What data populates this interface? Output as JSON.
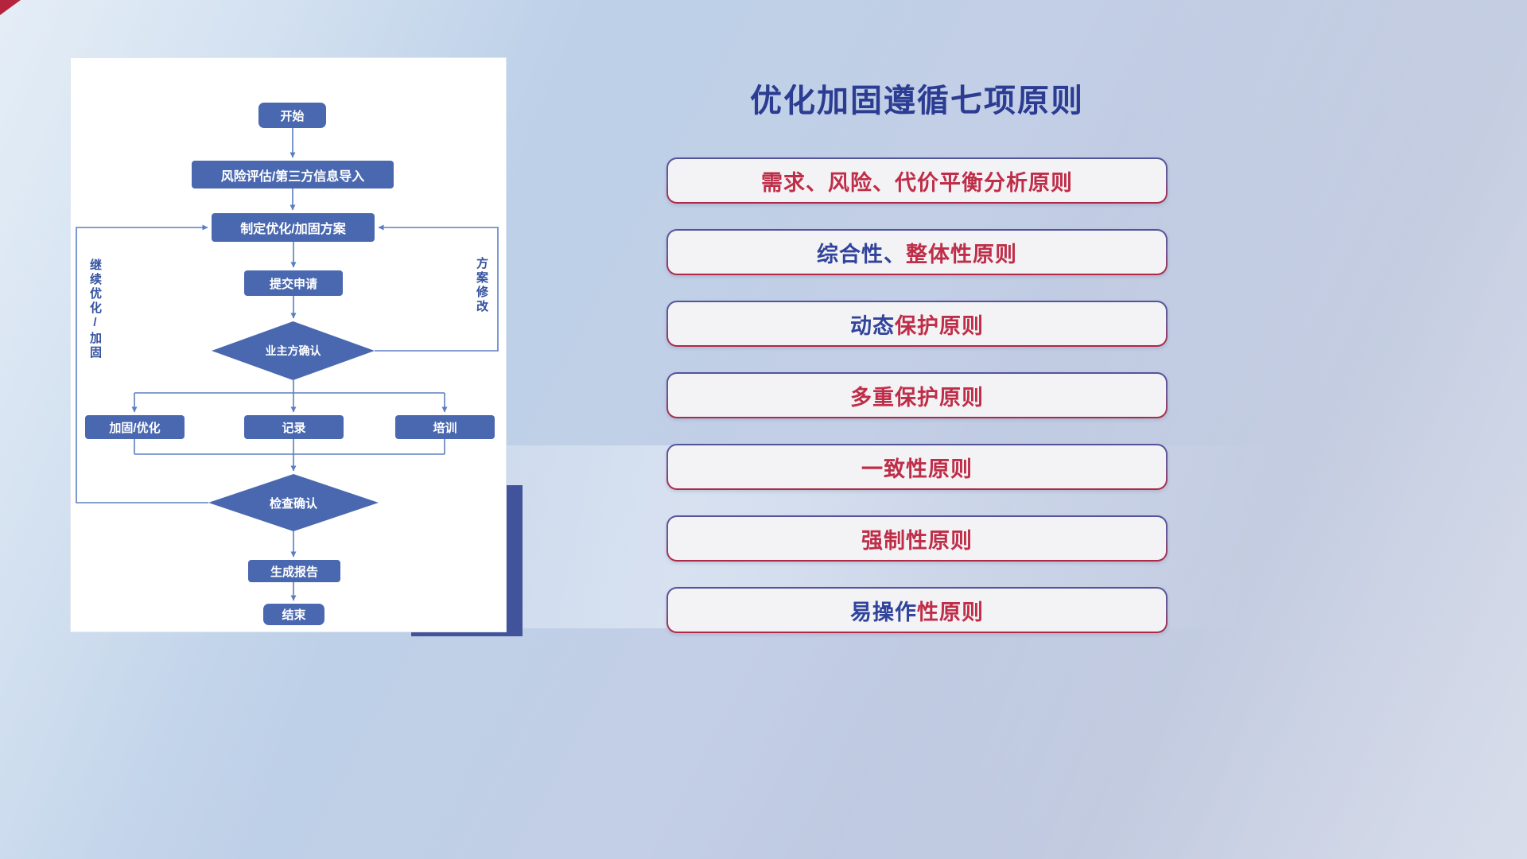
{
  "colors": {
    "title": "#2b3c92",
    "node_fill": "#4a68b0",
    "connector": "#5b7ec2",
    "principle_red": "#bf2e49",
    "principle_blue": "#31449b",
    "card_shadow_block": "#41549b",
    "corner_accent": "#b5243c"
  },
  "flowchart": {
    "nodes": {
      "start": "开始",
      "risk_import": "风险评估/第三方信息导入",
      "make_plan": "制定优化/加固方案",
      "submit": "提交申请",
      "owner_confirm": "业主方确认",
      "reinforce": "加固/优化",
      "record": "记录",
      "training": "培训",
      "check_confirm": "检查确认",
      "report": "生成报告",
      "end": "结束"
    },
    "edge_labels": {
      "left_loop": "继续优化/加固",
      "right_loop": "方案修改"
    }
  },
  "right_panel": {
    "title": "优化加固遵循七项原则",
    "principles": [
      {
        "segments": [
          {
            "text": "需求、风险、代价平衡分析原则",
            "color": "#bf2e49"
          }
        ]
      },
      {
        "segments": [
          {
            "text": "综合性、",
            "color": "#31449b"
          },
          {
            "text": "整体性原则",
            "color": "#bf2e49"
          }
        ]
      },
      {
        "segments": [
          {
            "text": "动态",
            "color": "#31449b"
          },
          {
            "text": "保护原则",
            "color": "#bf2e49"
          }
        ]
      },
      {
        "segments": [
          {
            "text": "多重保护原则",
            "color": "#bf2e49"
          }
        ]
      },
      {
        "segments": [
          {
            "text": "一致性原则",
            "color": "#bf2e49"
          }
        ]
      },
      {
        "segments": [
          {
            "text": "强制性原则",
            "color": "#bf2e49"
          }
        ]
      },
      {
        "segments": [
          {
            "text": "易操作",
            "color": "#31449b"
          },
          {
            "text": "性原则",
            "color": "#bf2e49"
          }
        ]
      }
    ]
  }
}
